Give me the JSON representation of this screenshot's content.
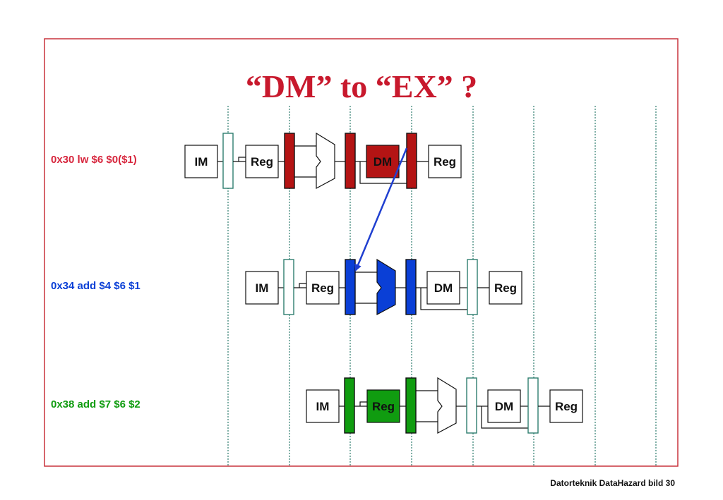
{
  "title": "“DM” to “EX” ?",
  "instructions": [
    {
      "label": "0x30 lw $6 $0($1)",
      "color": "#d7263d",
      "highlight": "DM"
    },
    {
      "label": "0x34 add $4 $6 $1",
      "color": "#0a3fd6",
      "highlight": "EX"
    },
    {
      "label": "0x38 add $7 $6 $2",
      "color": "#109c10",
      "highlight": "Reg"
    }
  ],
  "stages": {
    "im": "IM",
    "reg": "Reg",
    "dm": "DM",
    "wb": "Reg"
  },
  "footer": "Datorteknik DataHazard bild 30",
  "colors": {
    "frame": "#c8323c",
    "title": "#c8192d",
    "latch": "#2e7d6e",
    "forward_arrow": "#1f3fd0",
    "dm_fill": "#b41414",
    "ex_fill": "#0a3fd6",
    "reg_fill": "#109c10"
  }
}
